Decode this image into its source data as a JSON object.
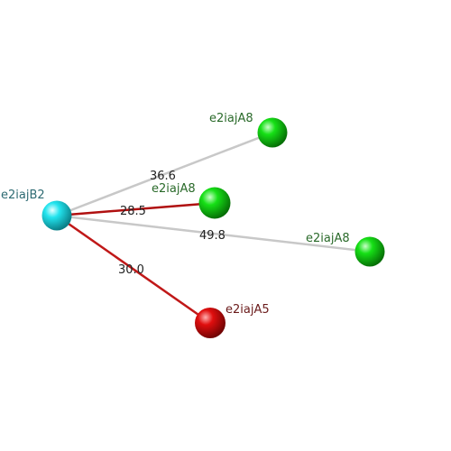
{
  "nodes": {
    "center": {
      "label": "e2iajB2",
      "color": "#1fd6e0",
      "label_color": "#2e6b73"
    },
    "n1": {
      "label": "e2iajA8",
      "color": "#1ee01e",
      "label_color": "#2a6a2a"
    },
    "n2": {
      "label": "e2iajA8",
      "color": "#1ee01e",
      "label_color": "#2a6a2a"
    },
    "n3": {
      "label": "e2iajA8",
      "color": "#1ee01e",
      "label_color": "#2a6a2a"
    },
    "n4": {
      "label": "e2iajA5",
      "color": "#e01010",
      "label_color": "#6a1a1a"
    }
  },
  "edges": {
    "e1": {
      "value": "36.6",
      "color": "#c8c8c8"
    },
    "e2": {
      "value": "28.5",
      "color": "#b01010"
    },
    "e3": {
      "value": "49.8",
      "color": "#c8c8c8"
    },
    "e4": {
      "value": "30.0",
      "color": "#c01818"
    }
  }
}
